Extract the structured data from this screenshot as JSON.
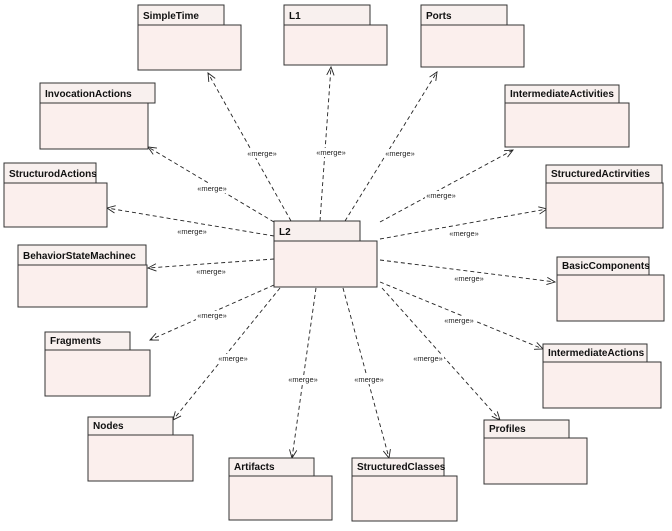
{
  "colors": {
    "package_fill": "#fbefed",
    "outline": "#333333",
    "background": "#ffffff"
  },
  "center": {
    "name": "L2"
  },
  "packages": [
    {
      "id": "simpletime",
      "name": "SimpleTime"
    },
    {
      "id": "l1",
      "name": "L1"
    },
    {
      "id": "ports",
      "name": "Ports"
    },
    {
      "id": "invocationactions",
      "name": "InvocationActions"
    },
    {
      "id": "intermediateactivities",
      "name": "IntermediateActivities"
    },
    {
      "id": "structurodactions",
      "name": "StructurodActions"
    },
    {
      "id": "structuredactirvities",
      "name": "StructuredActirvities"
    },
    {
      "id": "behaviorstatemachinec",
      "name": "BehaviorStateMachinec"
    },
    {
      "id": "basiccomponents",
      "name": "BasicComponents"
    },
    {
      "id": "fragments",
      "name": "Fragments"
    },
    {
      "id": "intermediateactions",
      "name": "IntermediateActions"
    },
    {
      "id": "nodes",
      "name": "Nodes"
    },
    {
      "id": "profiles",
      "name": "Profiles"
    },
    {
      "id": "artifacts",
      "name": "Artifacts"
    },
    {
      "id": "structuredclasses",
      "name": "StructuredClasses"
    }
  ],
  "dependencies": [
    {
      "target": "simpletime",
      "stereotype": "«merge»"
    },
    {
      "target": "l1",
      "stereotype": "«merge»"
    },
    {
      "target": "ports",
      "stereotype": "«merge»"
    },
    {
      "target": "invocationactions",
      "stereotype": "«merge»"
    },
    {
      "target": "intermediateactivities",
      "stereotype": "«merge»"
    },
    {
      "target": "structurodactions",
      "stereotype": "«merge»"
    },
    {
      "target": "structuredactirvities",
      "stereotype": "«merge»"
    },
    {
      "target": "behaviorstatemachinec",
      "stereotype": "«merge»"
    },
    {
      "target": "basiccomponents",
      "stereotype": "«merge»"
    },
    {
      "target": "fragments",
      "stereotype": "«merge»"
    },
    {
      "target": "intermediateactions",
      "stereotype": "«merge»"
    },
    {
      "target": "nodes",
      "stereotype": "«merge»"
    },
    {
      "target": "profiles",
      "stereotype": "«merge»"
    },
    {
      "target": "artifacts",
      "stereotype": "«merge»"
    },
    {
      "target": "structuredclasses",
      "stereotype": "«merge»"
    }
  ]
}
